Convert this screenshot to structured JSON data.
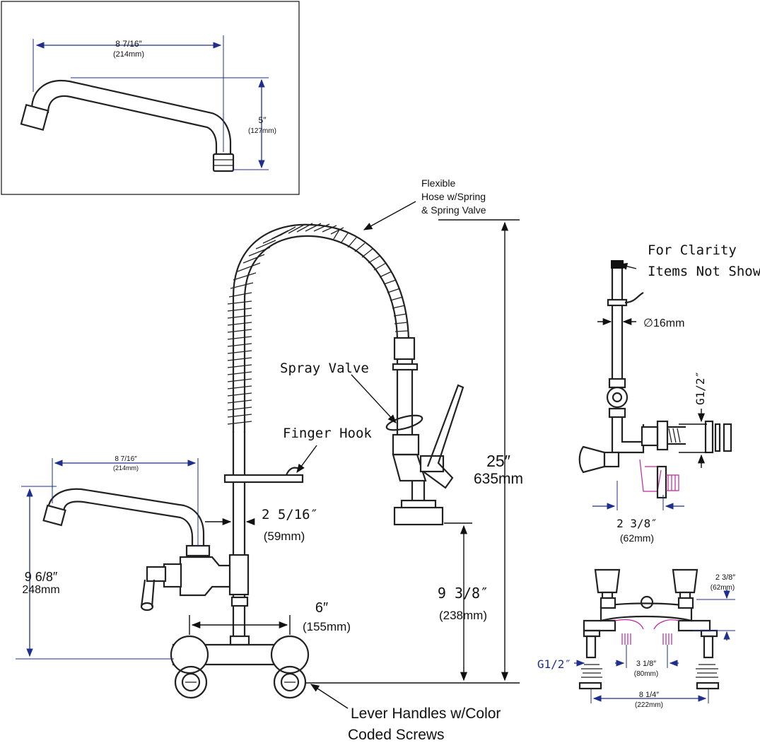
{
  "inset_spout": {
    "width_in": "8 7/16″",
    "width_mm": "(214mm)",
    "height_in": "5″",
    "height_mm": "(127mm)"
  },
  "labels": {
    "hose_line1": "Flexible",
    "hose_line2": "Hose w/Spring",
    "hose_line3": "& Spring Valve",
    "spray_valve": "Spray Valve",
    "finger_hook": "Finger Hook",
    "lever_line1": "Lever Handles w/Color",
    "lever_line2": "Coded Screws",
    "clarity_line1": "For Clarity",
    "clarity_line2": "Items Not Shown"
  },
  "main_dims": {
    "spout_width_in": "8 7/16″",
    "spout_width_mm": "(214mm)",
    "height_in": "25″",
    "height_mm": "635mm",
    "offset_in": "2 5/16″",
    "offset_mm": "(59mm)",
    "spout_height_in": "9 6/8″",
    "spout_height_mm": "248mm",
    "center_in": "6″",
    "center_mm": "(155mm)",
    "valve_height_in": "9 3/8″",
    "valve_height_mm": "(238mm)"
  },
  "side_dims": {
    "diameter": "∅16mm",
    "thread": "G1/2″",
    "depth_in": "2 3/8″",
    "depth_mm": "(62mm)"
  },
  "bottom_dims": {
    "depth_in": "2 3/8″",
    "depth_mm": "(62mm)",
    "thread": "G1/2″",
    "inlet_in": "3 1/8″",
    "inlet_mm": "(80mm)",
    "span_in": "8 1/4″",
    "span_mm": "(222mm)"
  }
}
